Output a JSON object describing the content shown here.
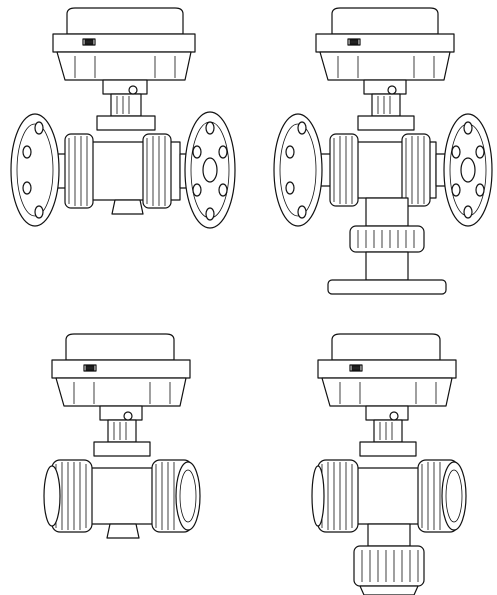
{
  "figures": [
    {
      "id": "top-left",
      "variant": "2-way ball valve with electric actuator, flanged ends",
      "icon": "valve-2way-flanged-icon"
    },
    {
      "id": "top-right",
      "variant": "3-way ball valve with electric actuator, flanged ends",
      "icon": "valve-3way-flanged-icon"
    },
    {
      "id": "bottom-left",
      "variant": "2-way ball valve with electric actuator, union ends",
      "icon": "valve-2way-union-icon"
    },
    {
      "id": "bottom-right",
      "variant": "3-way ball valve with electric actuator, union ends",
      "icon": "valve-3way-union-icon"
    }
  ],
  "colors": {
    "line": "#111111",
    "background": "#ffffff"
  }
}
